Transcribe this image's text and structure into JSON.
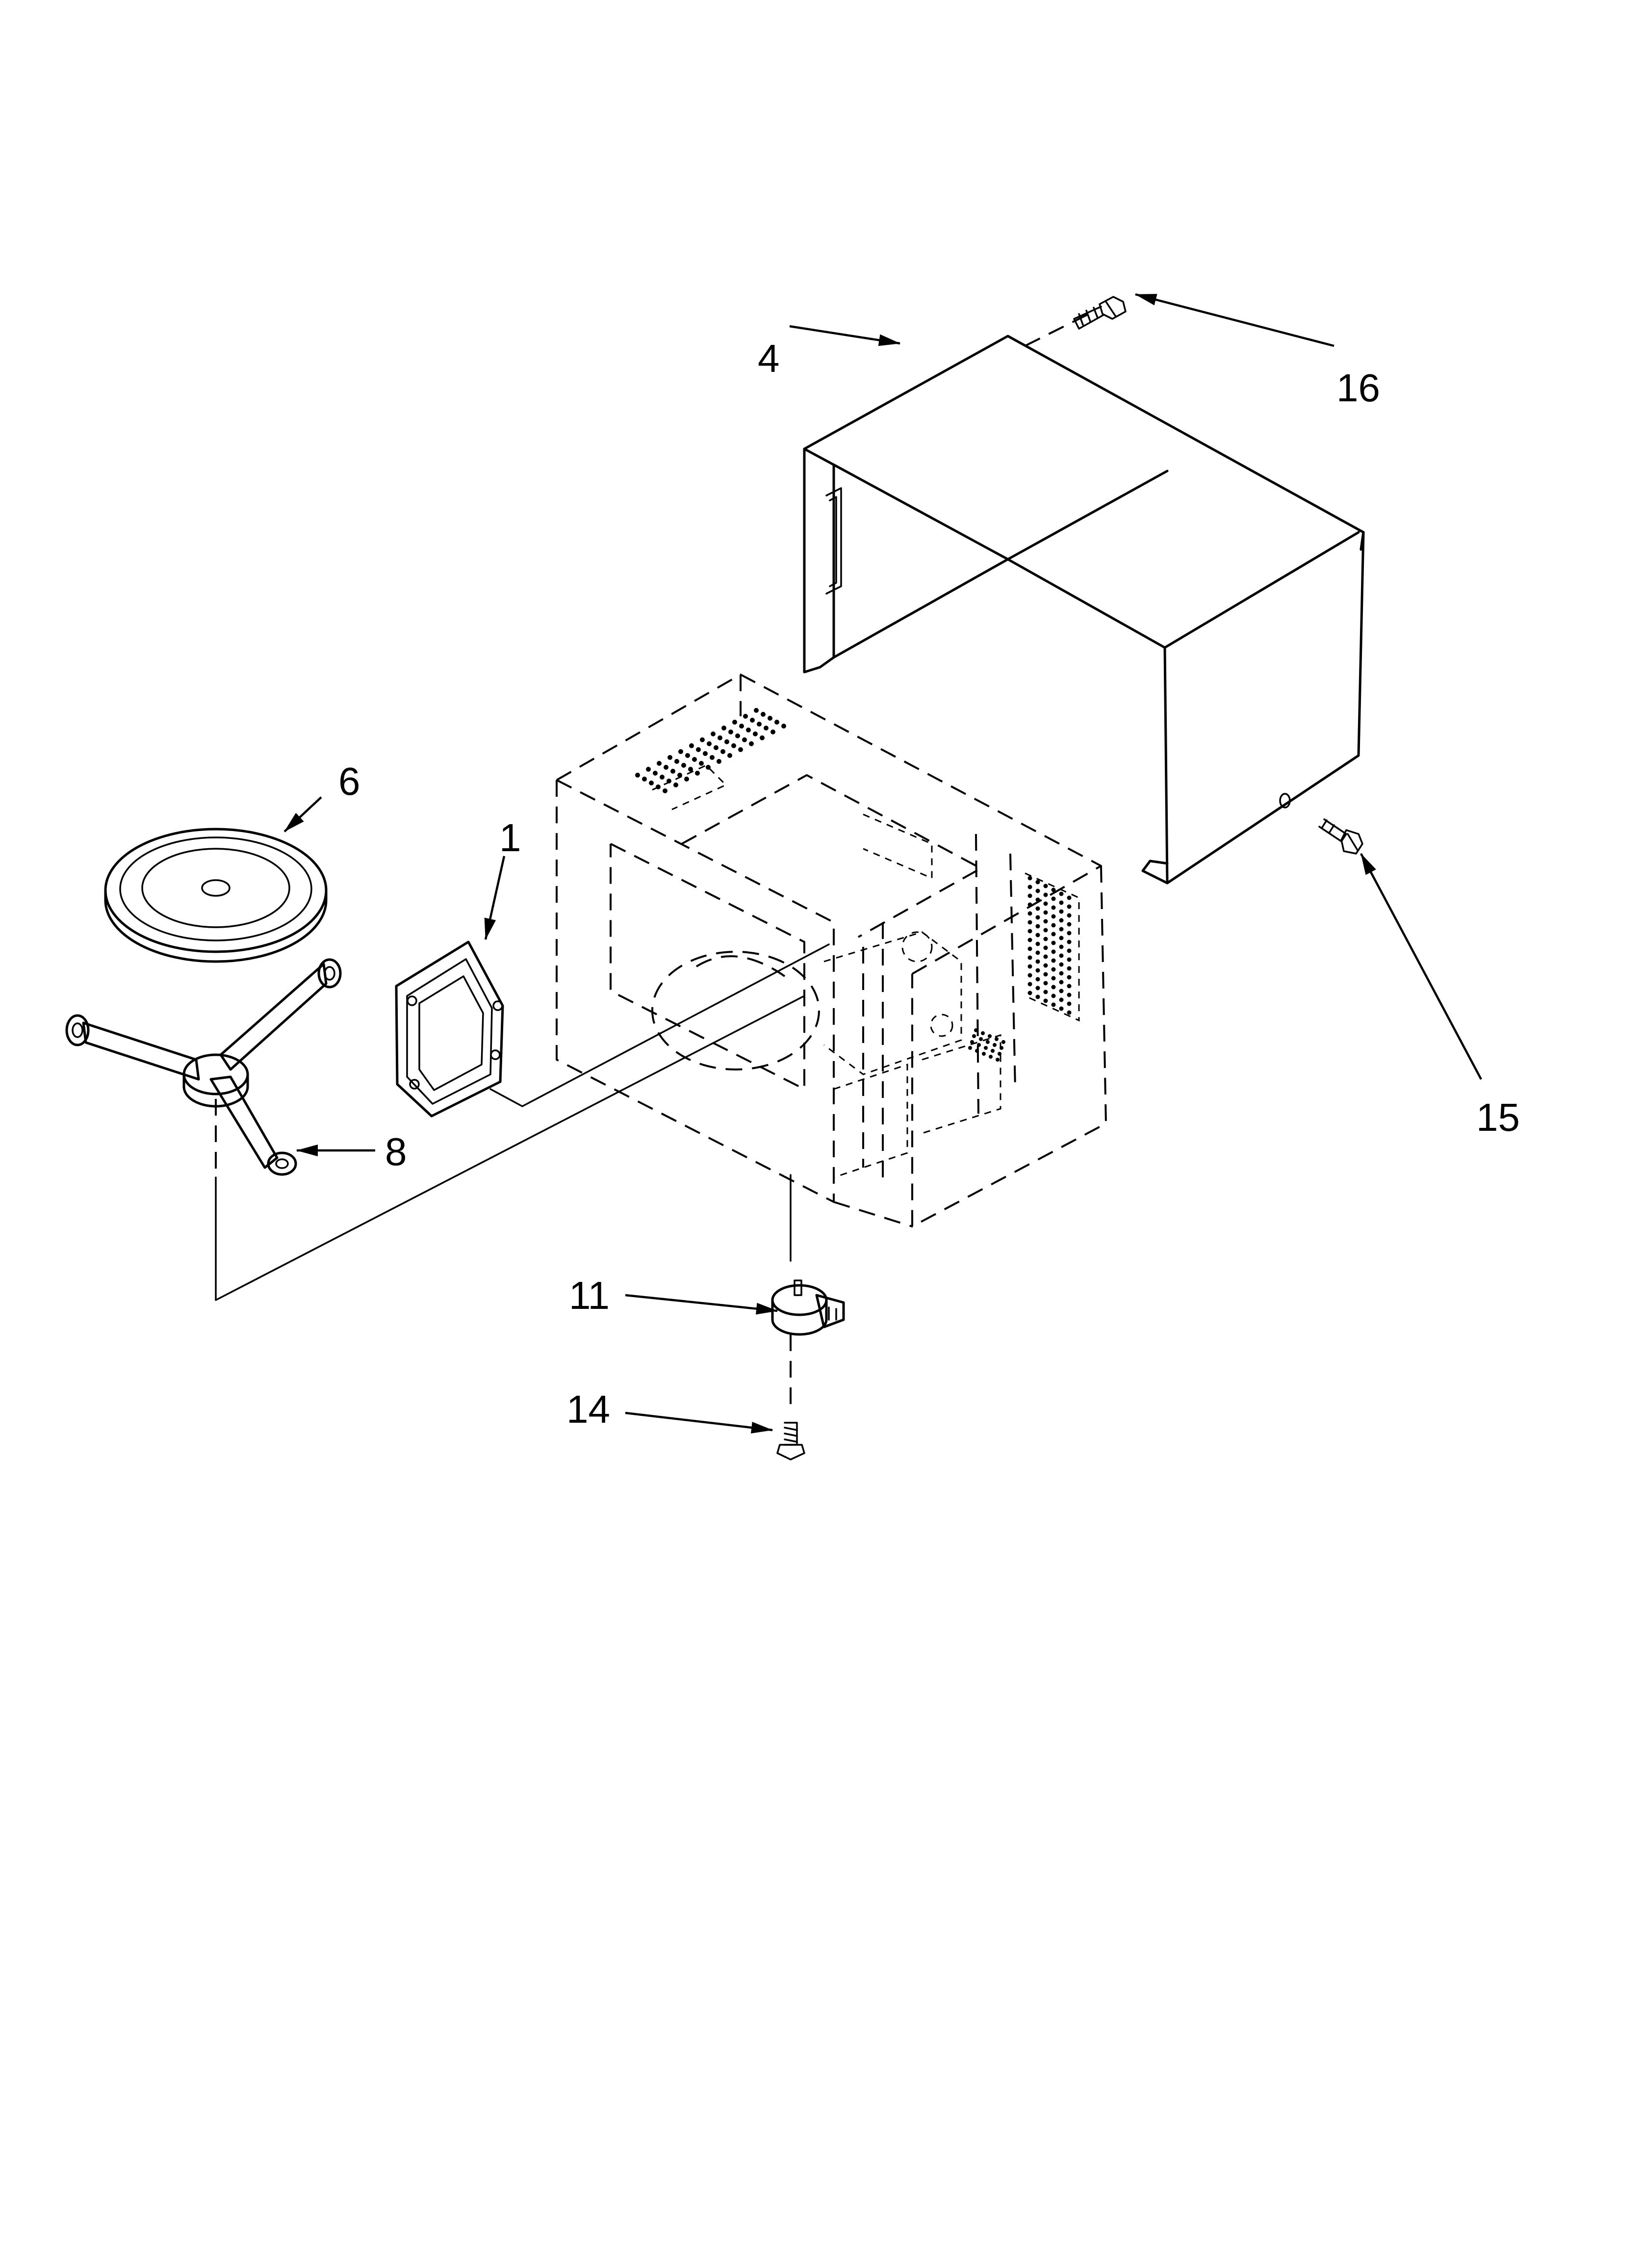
{
  "diagram": {
    "callouts": [
      {
        "id": "c1",
        "label": "1"
      },
      {
        "id": "c4",
        "label": "4"
      },
      {
        "id": "c6",
        "label": "6"
      },
      {
        "id": "c8",
        "label": "8"
      },
      {
        "id": "c11",
        "label": "11"
      },
      {
        "id": "c14",
        "label": "14"
      },
      {
        "id": "c15",
        "label": "15"
      },
      {
        "id": "c16",
        "label": "16"
      }
    ],
    "parts": [
      {
        "id": "p1",
        "icon": "waveguide-cover-gasket-icon"
      },
      {
        "id": "p4",
        "icon": "outer-wrapper-cabinet-icon"
      },
      {
        "id": "p6",
        "icon": "glass-turntable-tray-icon"
      },
      {
        "id": "p8",
        "icon": "turntable-roller-support-icon"
      },
      {
        "id": "p11",
        "icon": "turntable-motor-icon"
      },
      {
        "id": "p14",
        "icon": "motor-screw-icon"
      },
      {
        "id": "p15",
        "icon": "side-screw-icon"
      },
      {
        "id": "p16",
        "icon": "rear-screw-icon"
      }
    ],
    "colors": {
      "ink": "#000000",
      "paper": "#ffffff"
    }
  }
}
